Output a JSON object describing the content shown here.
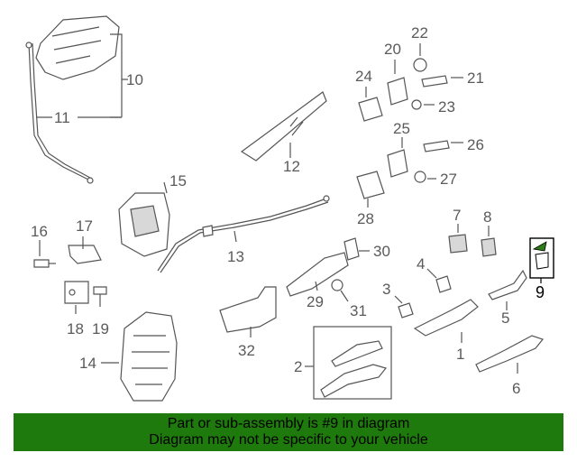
{
  "diagram": {
    "callouts": {
      "c1": "1",
      "c2": "2",
      "c3": "3",
      "c4": "4",
      "c5": "5",
      "c6": "6",
      "c7": "7",
      "c8": "8",
      "c9": "9",
      "c10": "10",
      "c11": "11",
      "c12": "12",
      "c13": "13",
      "c14": "14",
      "c15": "15",
      "c16": "16",
      "c17": "17",
      "c18": "18",
      "c19": "19",
      "c20": "20",
      "c21": "21",
      "c22": "22",
      "c23": "23",
      "c24": "24",
      "c25": "25",
      "c26": "26",
      "c27": "27",
      "c28": "28",
      "c29": "29",
      "c30": "30",
      "c31": "31",
      "c32": "32"
    },
    "highlight_color": "#000000",
    "highlighted_part": "9"
  },
  "banner": {
    "line1": "Part or sub-assembly is #9 in diagram",
    "line2": "Diagram may not be specific to your vehicle",
    "background": "#1e7a0c"
  }
}
